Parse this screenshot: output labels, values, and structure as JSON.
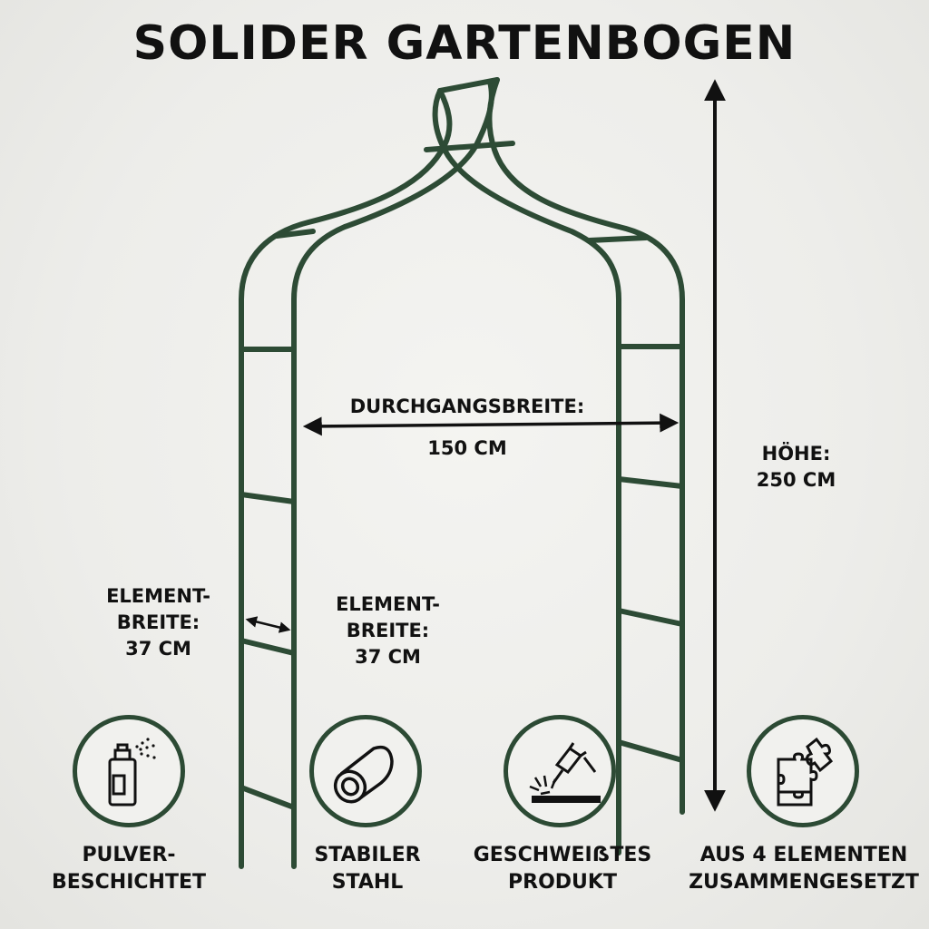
{
  "title": "SOLIDER GARTENBOGEN",
  "dimensions": {
    "passage": {
      "label": "DURCHGANGSBREITE:",
      "value": "150 CM"
    },
    "height": {
      "label": "HÖHE:",
      "value": "250 CM"
    },
    "element_left": {
      "line1": "ELEMENT-",
      "line2": "BREITE:",
      "value": "37 CM"
    },
    "element_right": {
      "line1": "ELEMENT-",
      "line2": "BREITE:",
      "value": "37 CM"
    }
  },
  "features": [
    {
      "icon": "spray-can-icon",
      "line1": "PULVER-",
      "line2": "BESCHICHTET"
    },
    {
      "icon": "steel-pipe-icon",
      "line1": "STABILER",
      "line2": "STAHL"
    },
    {
      "icon": "welding-torch-icon",
      "line1": "GESCHWEIẞTES",
      "line2": "PRODUKT"
    },
    {
      "icon": "puzzle-pieces-icon",
      "line1": "AUS 4 ELEMENTEN",
      "line2": "ZUSAMMENGESETZT"
    }
  ],
  "colors": {
    "frame": "#2d4b35",
    "accent": "#2c4a34",
    "text": "#111111"
  }
}
